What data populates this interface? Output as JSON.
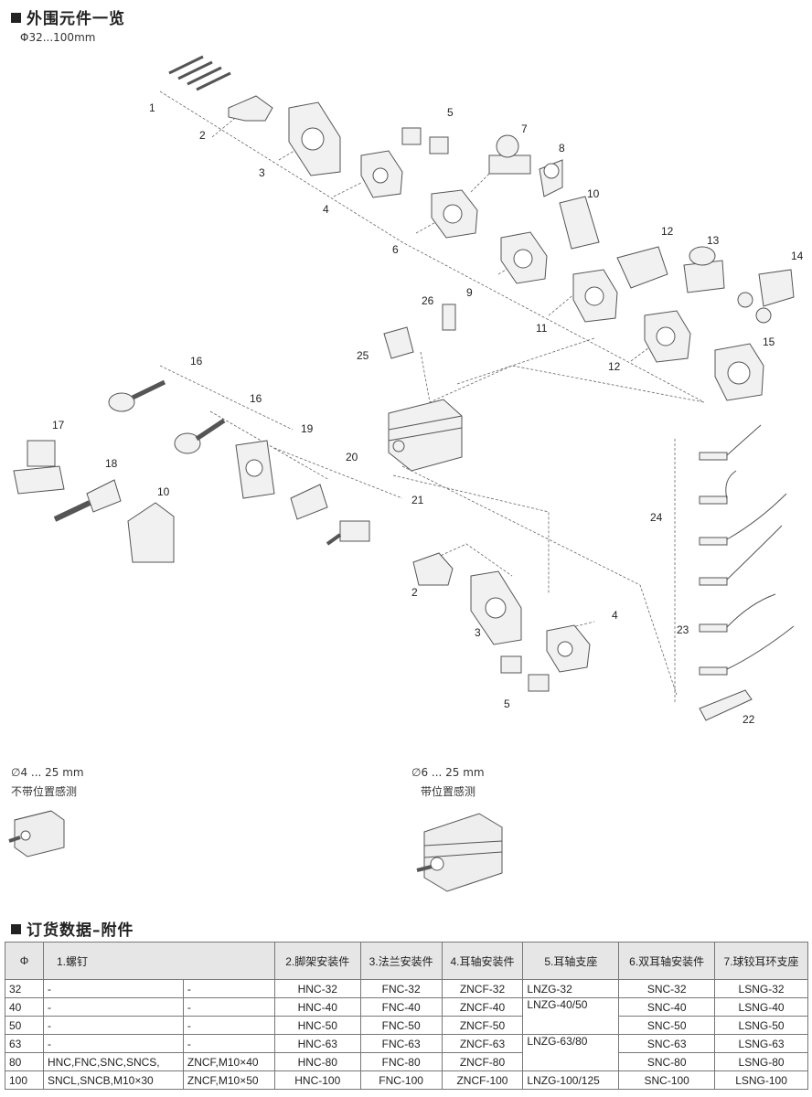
{
  "section1": {
    "title": "外围元件一览",
    "range": "Φ32...100mm"
  },
  "callouts": [
    "1",
    "2",
    "3",
    "4",
    "5",
    "6",
    "7",
    "8",
    "9",
    "10",
    "11",
    "12",
    "13",
    "14",
    "15",
    "16",
    "17",
    "18",
    "19",
    "20",
    "21",
    "22",
    "23",
    "24",
    "25",
    "26"
  ],
  "variants": [
    {
      "range": "∅4 ... 25 mm",
      "note": "不带位置感测"
    },
    {
      "range": "∅6 ... 25 mm",
      "note": "带位置感测"
    }
  ],
  "section2": {
    "title": "订货数据–附件"
  },
  "table": {
    "headers": [
      "Φ",
      "1.螺钉",
      "2.脚架安装件",
      "3.法兰安装件",
      "4.耳轴安装件",
      "5.耳轴支座",
      "6.双耳轴安装件",
      "7.球铰耳环支座"
    ],
    "rows": [
      [
        "32",
        "-",
        "-",
        "HNC-32",
        "FNC-32",
        "ZNCF-32",
        "LNZG-32",
        "SNC-32",
        "LSNG-32"
      ],
      [
        "40",
        "-",
        "-",
        "HNC-40",
        "FNC-40",
        "ZNCF-40",
        "LNZG-40/50",
        "SNC-40",
        "LSNG-40"
      ],
      [
        "50",
        "-",
        "-",
        "HNC-50",
        "FNC-50",
        "ZNCF-50",
        "",
        "SNC-50",
        "LSNG-50"
      ],
      [
        "63",
        "-",
        "-",
        "HNC-63",
        "FNC-63",
        "ZNCF-63",
        "LNZG-63/80",
        "SNC-63",
        "LSNG-63"
      ],
      [
        "80",
        "HNC,FNC,SNC,SNCS,",
        "ZNCF,M10×40",
        "HNC-80",
        "FNC-80",
        "ZNCF-80",
        "",
        "SNC-80",
        "LSNG-80"
      ],
      [
        "100",
        "SNCL,SNCB,M10×30",
        "ZNCF,M10×50",
        "HNC-100",
        "FNC-100",
        "ZNCF-100",
        "LNZG-100/125",
        "SNC-100",
        "LSNG-100"
      ]
    ]
  }
}
